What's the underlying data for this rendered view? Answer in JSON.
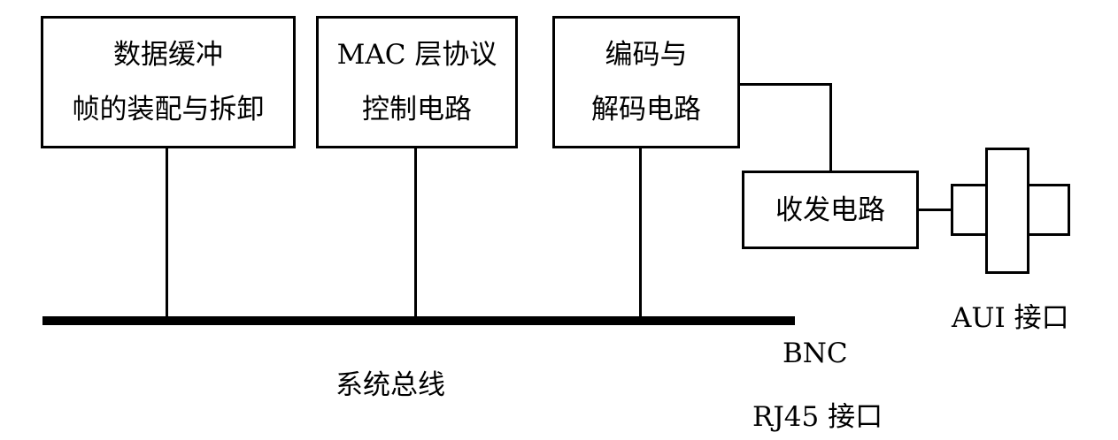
{
  "boxes": {
    "buffer": {
      "line1": "数据缓冲",
      "line2": "帧的装配与拆卸"
    },
    "mac": {
      "line1": "MAC 层协议",
      "line2": "控制电路"
    },
    "codec": {
      "line1": "编码与",
      "line2": "解码电路"
    },
    "transceiver": {
      "line1": "收发电路"
    }
  },
  "labels": {
    "system_bus": "系统总线",
    "bnc": "BNC",
    "rj45": "RJ45 接口",
    "aui": "AUI 接口"
  }
}
